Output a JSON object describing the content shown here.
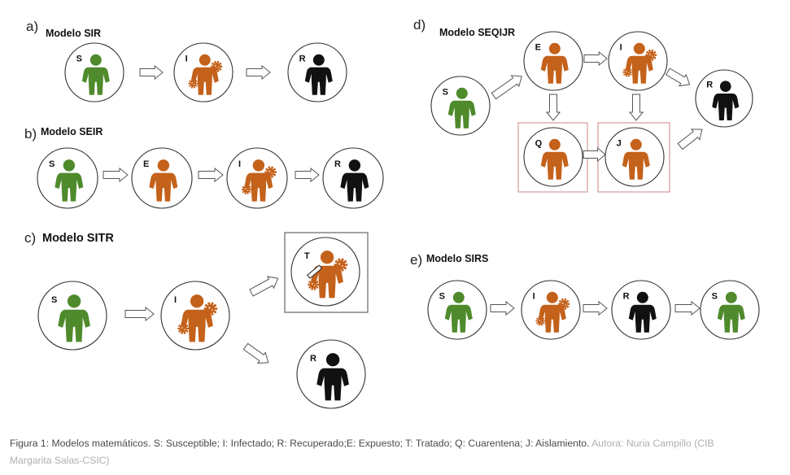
{
  "colors": {
    "susceptible": "#4f8a2c",
    "exposed": "#c4611a",
    "infected": "#c4611a",
    "recovered": "#111111",
    "virus": "#c4611a",
    "box_red": "#d59a9a",
    "box_gray": "#666666"
  },
  "icons": {
    "person": "person-icon",
    "virus": "virus-icon",
    "syringe": "syringe-icon"
  },
  "panels": {
    "a": {
      "letter": "a)",
      "title": "Modelo SIR",
      "nodes": [
        "S",
        "I",
        "R"
      ]
    },
    "b": {
      "letter": "b)",
      "title": "Modelo SEIR",
      "nodes": [
        "S",
        "E",
        "I",
        "R"
      ]
    },
    "c": {
      "letter": "c)",
      "title": "Modelo SITR",
      "nodes": [
        "S",
        "I",
        "T",
        "R"
      ]
    },
    "d": {
      "letter": "d)",
      "title": "Modelo SEQIJR",
      "nodes": [
        "S",
        "E",
        "I",
        "Q",
        "J",
        "R"
      ]
    },
    "e": {
      "letter": "e)",
      "title": "Modelo SIRS",
      "nodes": [
        "S",
        "I",
        "R",
        "S"
      ]
    }
  },
  "caption": {
    "text": "Figura 1: Modelos matemáticos. S: Susceptible; I: Infectado; R: Recuperado;E: Expuesto; T: Tratado; Q: Cuarentena; J: Aislamiento.",
    "credit": "Autora: Nuria Campillo (CIB Margarita Salas-CSIC)"
  }
}
